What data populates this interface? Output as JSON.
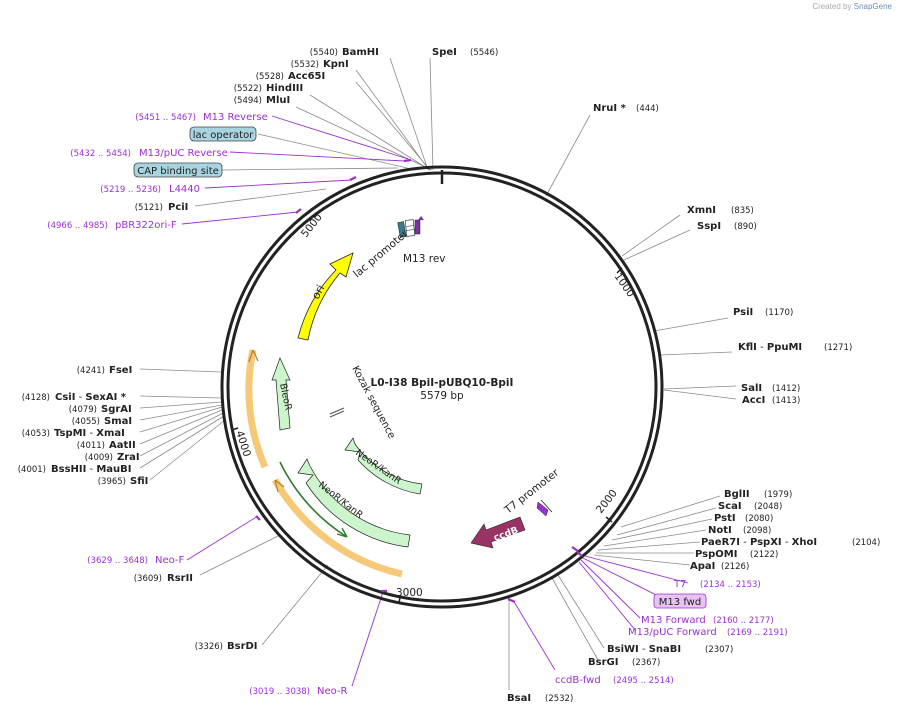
{
  "branding": {
    "created_by": "Created by",
    "product": "SnapGene"
  },
  "plasmid": {
    "name": "L0-I38 BpiI-pUBQ10-BpiI",
    "size": "5579 bp"
  },
  "tick_labels": [
    "5000",
    "1000",
    "2000",
    "3000",
    "4000"
  ],
  "enzymes": {
    "bamhi": {
      "name": "BamHI",
      "pos": "(5540)"
    },
    "kpni": {
      "name": "KpnI",
      "pos": "(5532)"
    },
    "acc65i": {
      "name": "Acc65I",
      "pos": "(5528)"
    },
    "hindiii": {
      "name": "HindIII",
      "pos": "(5522)"
    },
    "mlui": {
      "name": "MluI",
      "pos": "(5494)"
    },
    "spei": {
      "name": "SpeI",
      "pos": "(5546)"
    },
    "nrui": {
      "name": "NruI *",
      "pos": "(444)"
    },
    "xmni": {
      "name": "XmnI",
      "pos": "(835)"
    },
    "sspi": {
      "name": "SspI",
      "pos": "(890)"
    },
    "psii": {
      "name": "PsiI",
      "pos": "(1170)"
    },
    "kfli": {
      "name": "KflI",
      "sep": " - ",
      "name2": "PpuMI",
      "pos": "(1271)"
    },
    "sali": {
      "name": "SalI",
      "pos": "(1412)"
    },
    "acci": {
      "name": "AccI",
      "pos": "(1413)"
    },
    "bglii": {
      "name": "BglII",
      "pos": "(1979)"
    },
    "scai": {
      "name": "ScaI",
      "pos": "(2048)"
    },
    "psti": {
      "name": "PstI",
      "pos": "(2080)"
    },
    "noti": {
      "name": "NotI",
      "pos": "(2098)"
    },
    "paer7i": {
      "name": "PaeR7I",
      "sep": " - ",
      "name2": "PspXI",
      "sep2": " - ",
      "name3": "XhoI",
      "pos": "(2104)"
    },
    "pspomi": {
      "name": "PspOMI",
      "pos": "(2122)"
    },
    "apai": {
      "name": "ApaI",
      "pos": "(2126)"
    },
    "bsiwi": {
      "name": "BsiWI",
      "sep": " - ",
      "name2": "SnaBI",
      "pos": "(2307)"
    },
    "bsrgi": {
      "name": "BsrGI",
      "pos": "(2367)"
    },
    "bsai": {
      "name": "BsaI",
      "pos": "(2532)"
    },
    "bsrdi": {
      "name": "BsrDI",
      "pos": "(3326)"
    },
    "rsrii": {
      "name": "RsrII",
      "pos": "(3609)"
    },
    "ffsei": {
      "name": "FseI",
      "pos": "(4241)"
    },
    "csii": {
      "name": "CsiI",
      "sep": " - ",
      "name2": "SexAI *",
      "pos": "(4128)"
    },
    "sgrai": {
      "name": "SgrAI",
      "pos": "(4079)"
    },
    "smai": {
      "name": "SmaI",
      "pos": "(4055)"
    },
    "tspmi": {
      "name": "TspMI",
      "sep": " - ",
      "name2": "XmaI",
      "pos": "(4053)"
    },
    "aatii": {
      "name": "AatII",
      "pos": "(4011)"
    },
    "zrai": {
      "name": "ZraI",
      "pos": "(4009)"
    },
    "bsshii": {
      "name": "BssHII",
      "sep": " - ",
      "name2": "MauBI",
      "pos": "(4001)"
    },
    "sfii": {
      "name": "SfiI",
      "pos": "(3965)"
    },
    "pcii": {
      "name": "PciI",
      "pos": "(5121)"
    }
  },
  "primers": {
    "m13rev_top": {
      "name": "M13 Reverse",
      "range": "(5451 .. 5467)"
    },
    "m13puc_rev": {
      "name": "M13/pUC Reverse",
      "range": "(5432 .. 5454)"
    },
    "l4440": {
      "name": "L4440",
      "range": "(5219 .. 5236)"
    },
    "pbr322": {
      "name": "pBR322ori-F",
      "range": "(4966 .. 4985)"
    },
    "t7": {
      "name": "T7",
      "range": "(2134 .. 2153)"
    },
    "m13fwd": {
      "name": "M13 fwd"
    },
    "m13forward": {
      "name": "M13 Forward",
      "range": "(2160 .. 2177)"
    },
    "m13puc_fwd": {
      "name": "M13/pUC Forward",
      "range": "(2169 .. 2191)"
    },
    "ccdbfwd": {
      "name": "ccdB-fwd",
      "range": "(2495 .. 2514)"
    },
    "neof": {
      "name": "Neo-F",
      "range": "(3629 .. 3648)"
    },
    "neor": {
      "name": "Neo-R",
      "range": "(3019 .. 3038)"
    }
  },
  "features": {
    "lac_operator": "lac operator",
    "cap_site": "CAP binding site",
    "lac_promoter": "lac promoter",
    "m13_rev": "M13 rev",
    "ori": "ori",
    "bleor": "BleoR",
    "neokanr_inner": "NeoR/KanR",
    "neokanr_outer": "NeoR/KanR",
    "kozak": "Kozak sequence",
    "t7_promoter": "T7 promoter",
    "ccdb": "ccdB"
  },
  "colors": {
    "backbone": "#222222",
    "label_line": "#8a8a8a",
    "primer": "#9b30d0",
    "ori": "#ffff00",
    "resistance": "#ccf5cc",
    "ccdb": "#993366",
    "highlight": "#f5c060",
    "misc_box": "#a8d4e0"
  }
}
